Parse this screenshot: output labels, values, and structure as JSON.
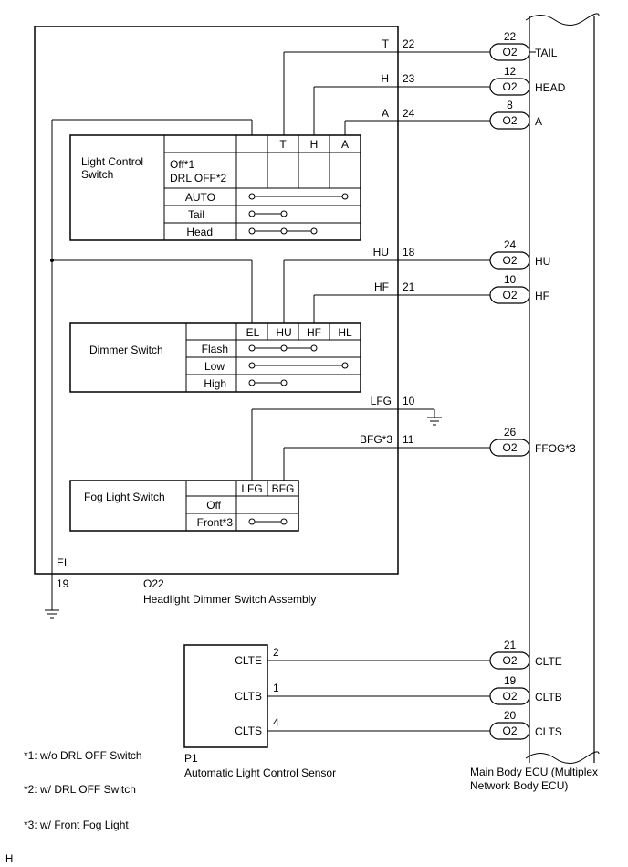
{
  "assembly": {
    "code": "O22",
    "name": "Headlight Dimmer Switch Assembly",
    "ground_terminal_name": "EL",
    "ground_terminal_pin": "19"
  },
  "light_control_switch": {
    "title_line1": "Light Control",
    "title_line2": "Switch",
    "columns": [
      "T",
      "H",
      "A"
    ],
    "off_line1": "Off*1",
    "off_line2": "DRL OFF*2",
    "rows": [
      "AUTO",
      "Tail",
      "Head"
    ]
  },
  "dimmer_switch": {
    "title": "Dimmer Switch",
    "columns": [
      "EL",
      "HU",
      "HF",
      "HL"
    ],
    "rows": [
      "Flash",
      "Low",
      "High"
    ]
  },
  "fog_light_switch": {
    "title": "Fog Light Switch",
    "columns": [
      "LFG",
      "BFG"
    ],
    "rows": [
      "Off",
      "Front*3"
    ]
  },
  "wires": [
    {
      "name": "T",
      "pin": "22"
    },
    {
      "name": "H",
      "pin": "23"
    },
    {
      "name": "A",
      "pin": "24"
    },
    {
      "name": "HU",
      "pin": "18"
    },
    {
      "name": "HF",
      "pin": "21"
    },
    {
      "name": "LFG",
      "pin": "10"
    },
    {
      "name": "BFG*3",
      "pin": "11"
    }
  ],
  "ecu_connectors": [
    {
      "pin": "22",
      "code": "O2",
      "signal": "TAIL"
    },
    {
      "pin": "12",
      "code": "O2",
      "signal": "HEAD"
    },
    {
      "pin": "8",
      "code": "O2",
      "signal": "A"
    },
    {
      "pin": "24",
      "code": "O2",
      "signal": "HU"
    },
    {
      "pin": "10",
      "code": "O2",
      "signal": "HF"
    },
    {
      "pin": "26",
      "code": "O2",
      "signal": "FFOG*3"
    },
    {
      "pin": "21",
      "code": "O2",
      "signal": "CLTE"
    },
    {
      "pin": "19",
      "code": "O2",
      "signal": "CLTB"
    },
    {
      "pin": "20",
      "code": "O2",
      "signal": "CLTS"
    }
  ],
  "sensor": {
    "code": "P1",
    "name": "Automatic Light Control Sensor",
    "terminals": [
      {
        "name": "CLTE",
        "pin": "2"
      },
      {
        "name": "CLTB",
        "pin": "1"
      },
      {
        "name": "CLTS",
        "pin": "4"
      }
    ]
  },
  "ecu": {
    "name_line1": "Main Body ECU (Multiplex",
    "name_line2": "Network Body ECU)"
  },
  "notes": [
    "*1: w/o DRL OFF Switch",
    "*2: w/ DRL OFF Switch",
    "*3: w/ Front Fog Light"
  ],
  "corner_mark": "H"
}
